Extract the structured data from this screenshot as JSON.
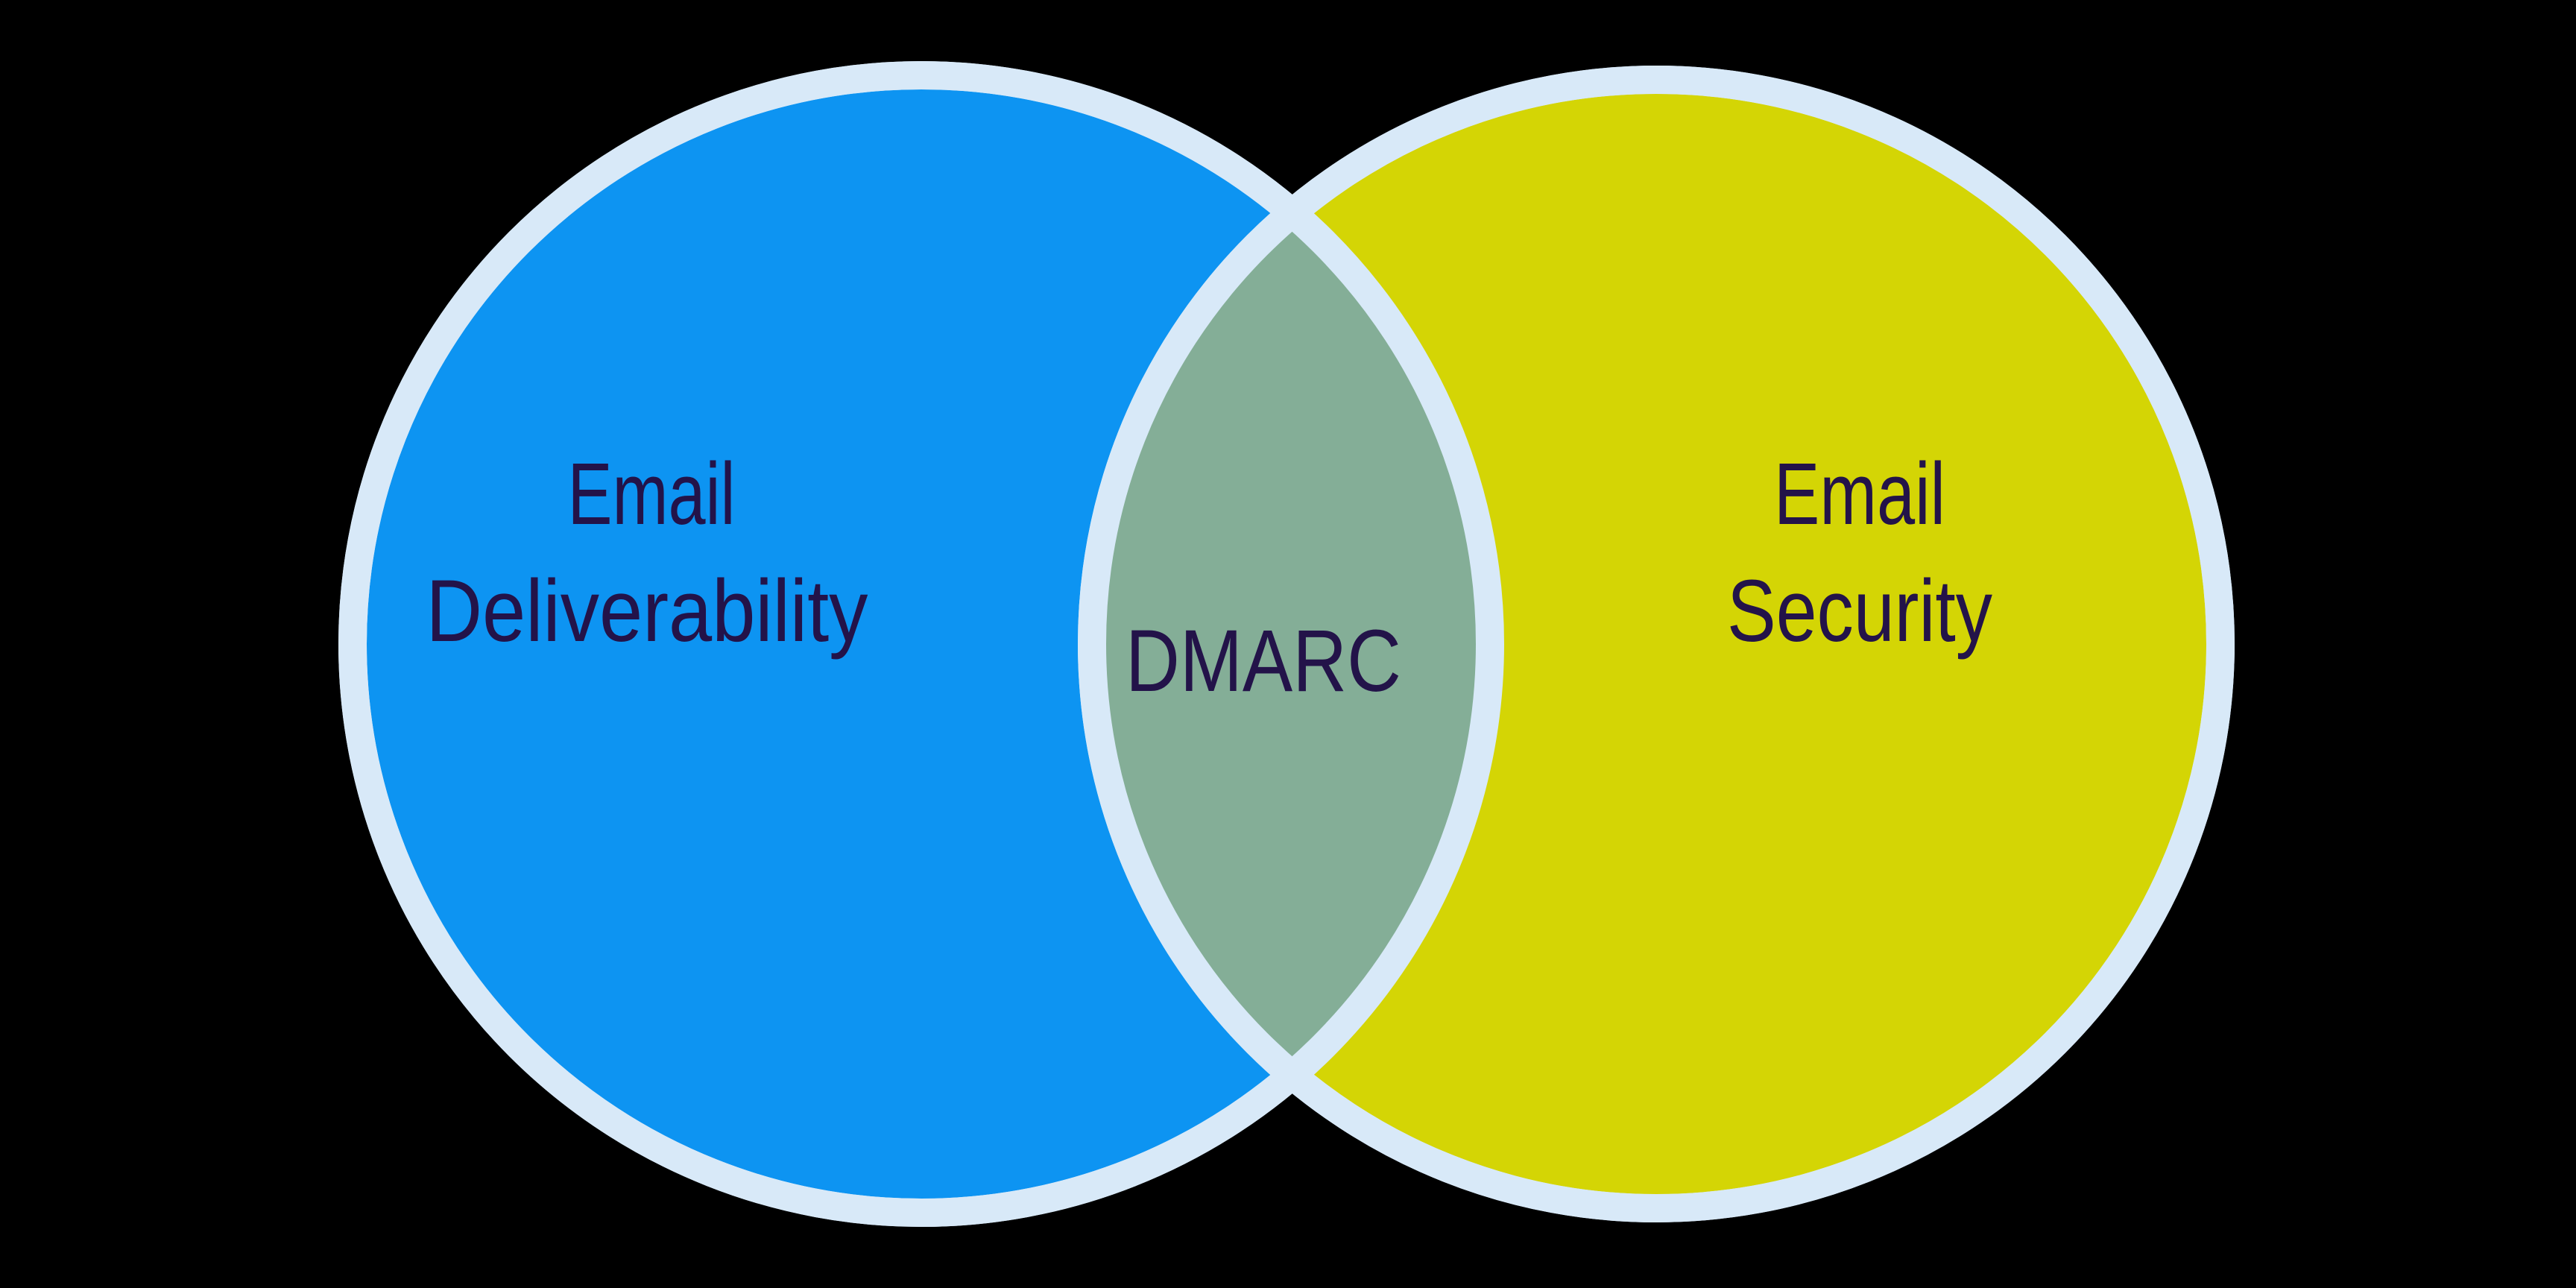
{
  "venn": {
    "left_circle": {
      "line1": "Email",
      "line2": "Deliverability"
    },
    "right_circle": {
      "line1": "Email",
      "line2": "Security"
    },
    "overlap": {
      "label": "DMARC"
    },
    "colors": {
      "background": "#000000",
      "left_circle_fill": "#0d94f2",
      "right_circle_fill": "#d4d505",
      "circle_outline": "#d8e9f8",
      "overlap_fill": "#84ae97",
      "label_text": "#231349"
    }
  }
}
